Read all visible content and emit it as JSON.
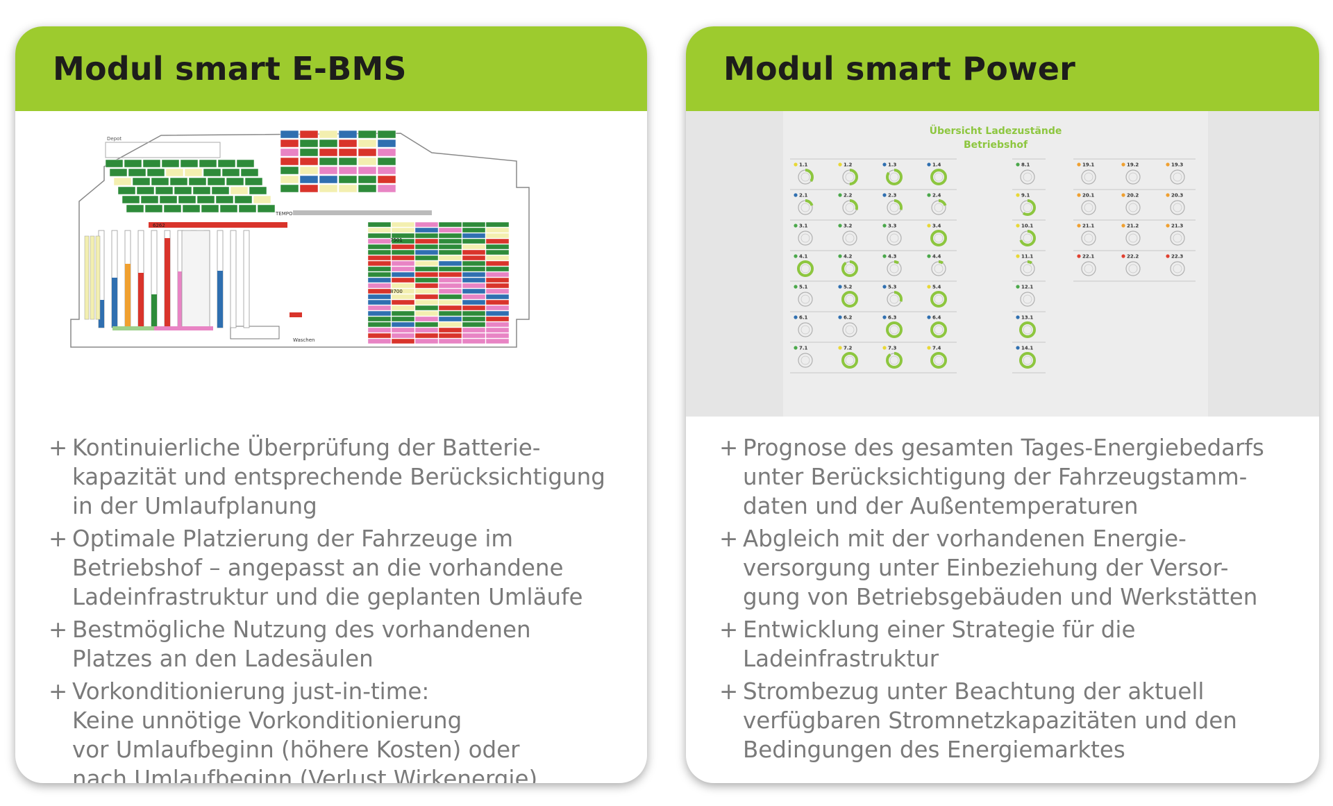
{
  "left_card": {
    "title": "Modul smart E-BMS",
    "bullets": [
      "Kontinuierliche Überprüfung der Batterie-\nkapazität und entsprechende Berücksichtigung\nin der Umlaufplanung",
      "Optimale Platzierung der Fahrzeuge im\nBetriebshof – angepasst an die vorhandene\nLadeinfrastruktur und die geplanten Umläufe",
      "Bestmögliche Nutzung des vorhandenen\nPlatzes an den Ladesäulen",
      "Vorkonditionierung just-in-time:\nKeine unnötige Vorkonditionierung\nvor Umlaufbeginn (höhere Kosten) oder\nnach Umlaufbeginn (Verlust Wirkenergie)"
    ],
    "depot_map": {
      "labels": {
        "corner": "Depot",
        "tempo": "TEMPO",
        "waschen": "Waschen",
        "num_a": "6262",
        "num_b": "8700",
        "num_c": "7501"
      }
    }
  },
  "right_card": {
    "title": "Modul smart Power",
    "overview": {
      "title_line1": "Übersicht Ladezustände",
      "title_line2": "Betriebshof",
      "groups": [
        {
          "rows": [
            [
              {
                "label": "1.1",
                "fill": 0.35,
                "dot": "#e8d835"
              },
              {
                "label": "1.2",
                "fill": 0.5,
                "dot": "#e8d835"
              },
              {
                "label": "1.3",
                "fill": 0.85,
                "dot": "#2f6fb0"
              },
              {
                "label": "1.4",
                "fill": 1.0,
                "dot": "#2f6fb0"
              }
            ],
            [
              {
                "label": "2.1",
                "fill": 0.2,
                "dot": "#2f6fb0"
              },
              {
                "label": "2.2",
                "fill": 0.3,
                "dot": "#4aa84a"
              },
              {
                "label": "2.3",
                "fill": 0.3,
                "dot": "#2f6fb0"
              },
              {
                "label": "2.4",
                "fill": 0.2,
                "dot": "#4aa84a"
              }
            ],
            [
              {
                "label": "3.1",
                "fill": 0.0,
                "dot": "#4aa84a"
              },
              {
                "label": "3.2",
                "fill": 0.0,
                "dot": "#4aa84a"
              },
              {
                "label": "3.3",
                "fill": 0.0,
                "dot": "#4aa84a"
              },
              {
                "label": "3.4",
                "fill": 1.0,
                "dot": "#e8d835"
              }
            ],
            [
              {
                "label": "4.1",
                "fill": 1.0,
                "dot": "#4aa84a"
              },
              {
                "label": "4.2",
                "fill": 0.9,
                "dot": "#4aa84a"
              },
              {
                "label": "4.3",
                "fill": 0.1,
                "dot": "#4aa84a"
              },
              {
                "label": "4.4",
                "fill": 0.1,
                "dot": "#4aa84a"
              }
            ],
            [
              {
                "label": "5.1",
                "fill": 0.0,
                "dot": "#4aa84a"
              },
              {
                "label": "5.2",
                "fill": 1.0,
                "dot": "#2f6fb0"
              },
              {
                "label": "5.3",
                "fill": 0.3,
                "dot": "#2f6fb0"
              },
              {
                "label": "5.4",
                "fill": 1.0,
                "dot": "#e8d835"
              }
            ],
            [
              {
                "label": "6.1",
                "fill": 0.0,
                "dot": "#2f6fb0"
              },
              {
                "label": "6.2",
                "fill": 0.0,
                "dot": "#2f6fb0"
              },
              {
                "label": "6.3",
                "fill": 1.0,
                "dot": "#2f6fb0"
              },
              {
                "label": "6.4",
                "fill": 1.0,
                "dot": "#2f6fb0"
              }
            ],
            [
              {
                "label": "7.1",
                "fill": 0.0,
                "dot": "#4aa84a"
              },
              {
                "label": "7.2",
                "fill": 1.0,
                "dot": "#e8d835"
              },
              {
                "label": "7.3",
                "fill": 0.9,
                "dot": "#e8d835"
              },
              {
                "label": "7.4",
                "fill": 1.0,
                "dot": "#e8d835"
              }
            ]
          ]
        },
        {
          "rows": [
            [
              {
                "label": "8.1",
                "fill": 0.0,
                "dot": "#4aa84a"
              }
            ],
            [
              {
                "label": "9.1",
                "fill": 0.6,
                "dot": "#e8d835"
              }
            ],
            [
              {
                "label": "10.1",
                "fill": 0.7,
                "dot": "#e8d835"
              }
            ],
            [
              {
                "label": "11.1",
                "fill": 0.1,
                "dot": "#e8d835"
              }
            ],
            [
              {
                "label": "12.1",
                "fill": 0.0,
                "dot": "#4aa84a"
              }
            ],
            [
              {
                "label": "13.1",
                "fill": 1.0,
                "dot": "#2f6fb0"
              }
            ],
            [
              {
                "label": "14.1",
                "fill": 1.0,
                "dot": "#2f6fb0"
              }
            ]
          ]
        },
        {
          "rows": [
            [
              {
                "label": "19.1",
                "fill": 0.0,
                "dot": "#f0a030"
              },
              {
                "label": "19.2",
                "fill": 0.0,
                "dot": "#f0a030"
              },
              {
                "label": "19.3",
                "fill": 0.0,
                "dot": "#f0a030"
              }
            ],
            [
              {
                "label": "20.1",
                "fill": 0.0,
                "dot": "#f0a030"
              },
              {
                "label": "20.2",
                "fill": 0.0,
                "dot": "#f0a030"
              },
              {
                "label": "20.3",
                "fill": 0.0,
                "dot": "#f0a030"
              }
            ],
            [
              {
                "label": "21.1",
                "fill": 0.0,
                "dot": "#f0a030"
              },
              {
                "label": "21.2",
                "fill": 0.0,
                "dot": "#f0a030"
              },
              {
                "label": "21.3",
                "fill": 0.0,
                "dot": "#f0a030"
              }
            ],
            [
              {
                "label": "22.1",
                "fill": 0.0,
                "dot": "#e04030"
              },
              {
                "label": "22.2",
                "fill": 0.0,
                "dot": "#e04030"
              },
              {
                "label": "22.3",
                "fill": 0.0,
                "dot": "#e04030"
              }
            ]
          ]
        }
      ]
    },
    "bullets": [
      "Prognose des gesamten Tages-Energiebedarfs\nunter Berücksichtigung der Fahrzeugstamm-\ndaten und der Außentemperaturen",
      "Abgleich mit der vorhandenen Energie-\nversorgung unter Einbeziehung der Versor-\ngung von Betriebsgebäuden und Werkstätten",
      "Entwicklung einer Strategie für die\nLadeinfrastruktur",
      "Strombezug unter Beachtung der aktuell\nverfügbaren Stromnetzkapazitäten und den\nBedingungen des Energiemarktes"
    ]
  },
  "colors": {
    "accent_green": "#9dcb2e",
    "text_grey": "#7a7a7a",
    "title_dark": "#1d1d1b",
    "ring_green": "#8dc63f",
    "ring_empty": "#b0b0b0"
  },
  "bullet_symbol": "+"
}
